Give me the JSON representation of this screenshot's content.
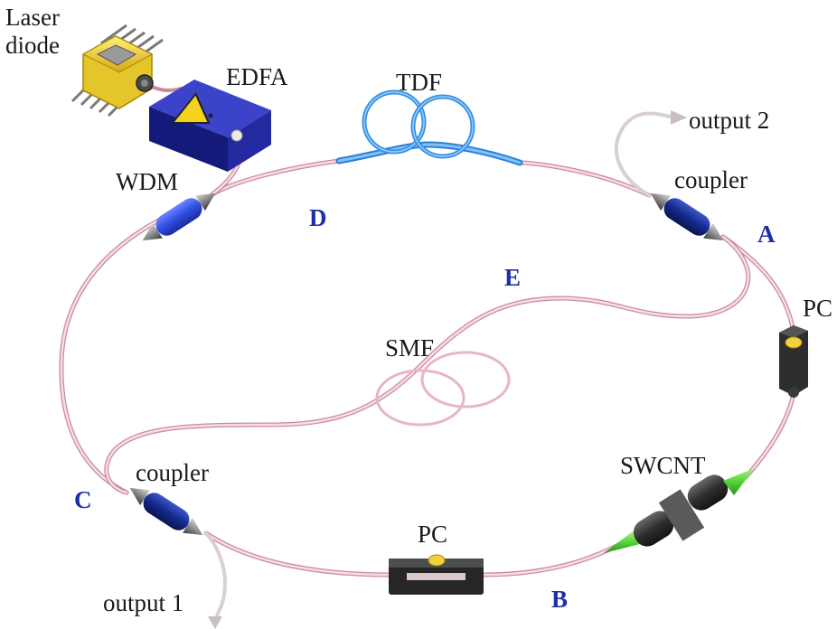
{
  "components": {
    "laser_diode_line1": "Laser",
    "laser_diode_line2": "diode",
    "edfa": "EDFA",
    "tdf": "TDF",
    "wdm": "WDM",
    "coupler_top": "coupler",
    "coupler_bottom": "coupler",
    "output_2": "output 2",
    "output_1": "output 1",
    "pc_right": "PC",
    "pc_bottom": "PC",
    "smf": "SMF",
    "swcnt": "SWCNT"
  },
  "points": {
    "A": "A",
    "B": "B",
    "C": "C",
    "D": "D",
    "E": "E"
  },
  "colors": {
    "fiber": "#e9b9c6",
    "fiber_edge": "#c98a9c",
    "tdf_fiber": "#4fa3e8",
    "coupler_body": "#142a8c",
    "wdm_body": "#2f4fe0",
    "edfa_box": "#1a1f8f",
    "laser_body": "#f2d23a",
    "connector_green": "#55d43a",
    "point_label": "#1c2fa8"
  }
}
